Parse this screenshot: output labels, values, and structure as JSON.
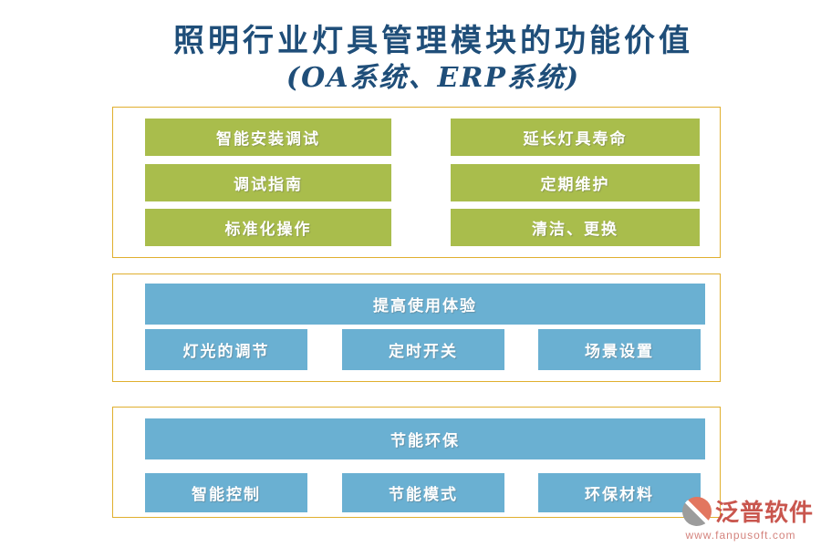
{
  "title": {
    "line1": "照明行业灯具管理模块的功能价值",
    "line2": "(OA系统、ERP系统)"
  },
  "sections": [
    {
      "id": "installation-and-maintenance",
      "left_items": [
        "智能安装调试",
        "调试指南",
        "标准化操作"
      ],
      "right_items": [
        "延长灯具寿命",
        "定期维护",
        "清洁、更换"
      ]
    },
    {
      "id": "user-experience",
      "banner": "提高使用体验",
      "items": [
        "灯光的调节",
        "定时开关",
        "场景设置"
      ]
    },
    {
      "id": "energy-saving",
      "banner": "节能环保",
      "items": [
        "智能控制",
        "节能模式",
        "环保材料"
      ]
    }
  ],
  "footer": {
    "brand_name": "泛普软件",
    "brand_url": "www.fanpusoft.com"
  },
  "colors": {
    "title_text": "#1F4E79",
    "green_box": "#A9BD4C",
    "blue_box": "#6AB0D2",
    "container_border": "#E0AF2E",
    "box_text": "#FFFFFF",
    "brand_red": "#C9564E"
  }
}
